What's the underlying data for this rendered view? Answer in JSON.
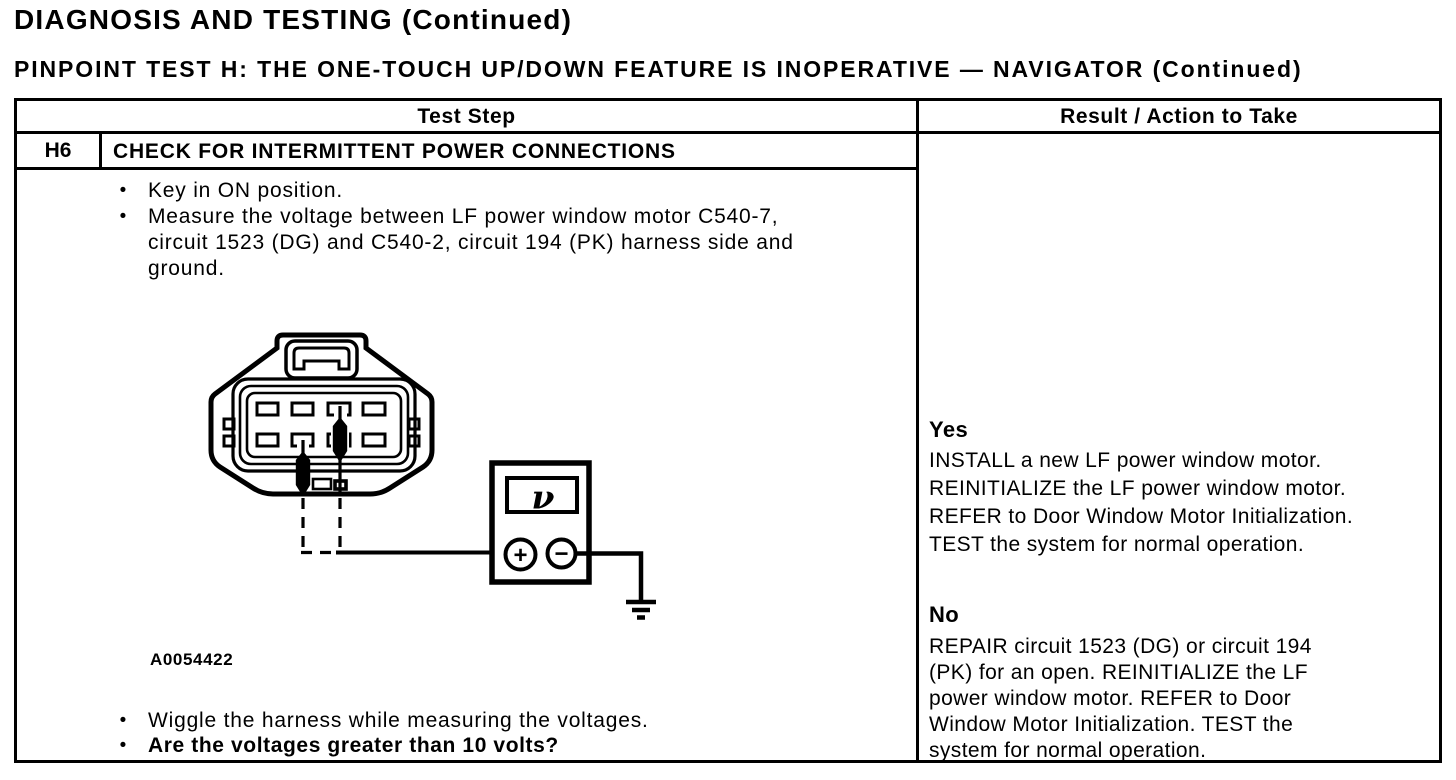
{
  "page": {
    "title": "DIAGNOSIS AND TESTING (Continued)",
    "subtitle": "PINPOINT TEST H: THE ONE-TOUCH UP/DOWN FEATURE IS INOPERATIVE — NAVIGATOR (Continued)"
  },
  "table": {
    "headers": {
      "test_step": "Test Step",
      "result_action": "Result / Action to Take"
    },
    "step": {
      "id": "H6",
      "title": "CHECK FOR INTERMITTENT POWER CONNECTIONS",
      "bullet_glyph": "•",
      "bullet_1": "Key in ON position.",
      "measure_lines": [
        "Measure the voltage between LF power window motor C540-7,",
        "circuit 1523 (DG) and C540-2, circuit 194 (PK) harness side and",
        "ground."
      ],
      "figure_label": "A0054422",
      "bullet_wiggle": "Wiggle the harness while measuring the voltages.",
      "bullet_question": "Are the voltages greater than 10 volts?"
    },
    "results": {
      "yes_label": "Yes",
      "yes_lines": [
        "INSTALL a new LF power window motor.",
        "REINITIALIZE the LF power window motor.",
        "REFER to Door Window Motor Initialization.",
        "TEST the system for normal operation."
      ],
      "no_label": "No",
      "no_lines": [
        "REPAIR circuit 1523 (DG) or circuit 194",
        "(PK) for an open. REINITIALIZE the LF",
        "power window motor. REFER to Door",
        "Window Motor Initialization. TEST the",
        "system for normal operation."
      ]
    }
  },
  "diagram": {
    "meter_symbol": "ν",
    "plus_terminal": "+",
    "minus_terminal": "−"
  },
  "colors": {
    "ink": "#000000",
    "paper": "#ffffff"
  }
}
